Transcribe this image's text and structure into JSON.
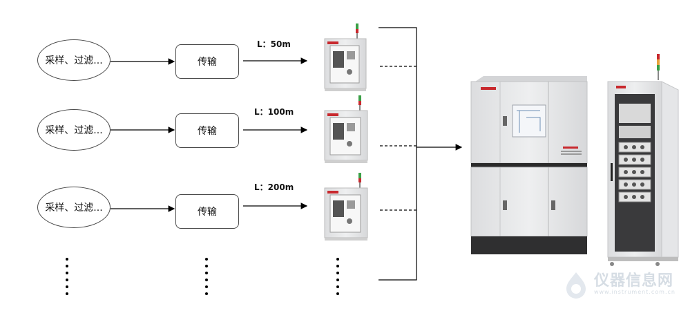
{
  "rows": [
    {
      "source": "采样、过滤...",
      "transfer": "传输",
      "distance": "L：50m"
    },
    {
      "source": "采样、过滤...",
      "transfer": "传输",
      "distance": "L：100m"
    },
    {
      "source": "采样、过滤...",
      "transfer": "传输",
      "distance": "L：200m"
    }
  ],
  "watermark": {
    "text": "仪器信息网",
    "url": "www.instrument.com.cn"
  },
  "colors": {
    "line": "#000000",
    "box_border": "#4a4a4a",
    "cabinet": "#e6e7e8",
    "brand_red": "#c8282d",
    "signal_green": "#3aa046"
  }
}
